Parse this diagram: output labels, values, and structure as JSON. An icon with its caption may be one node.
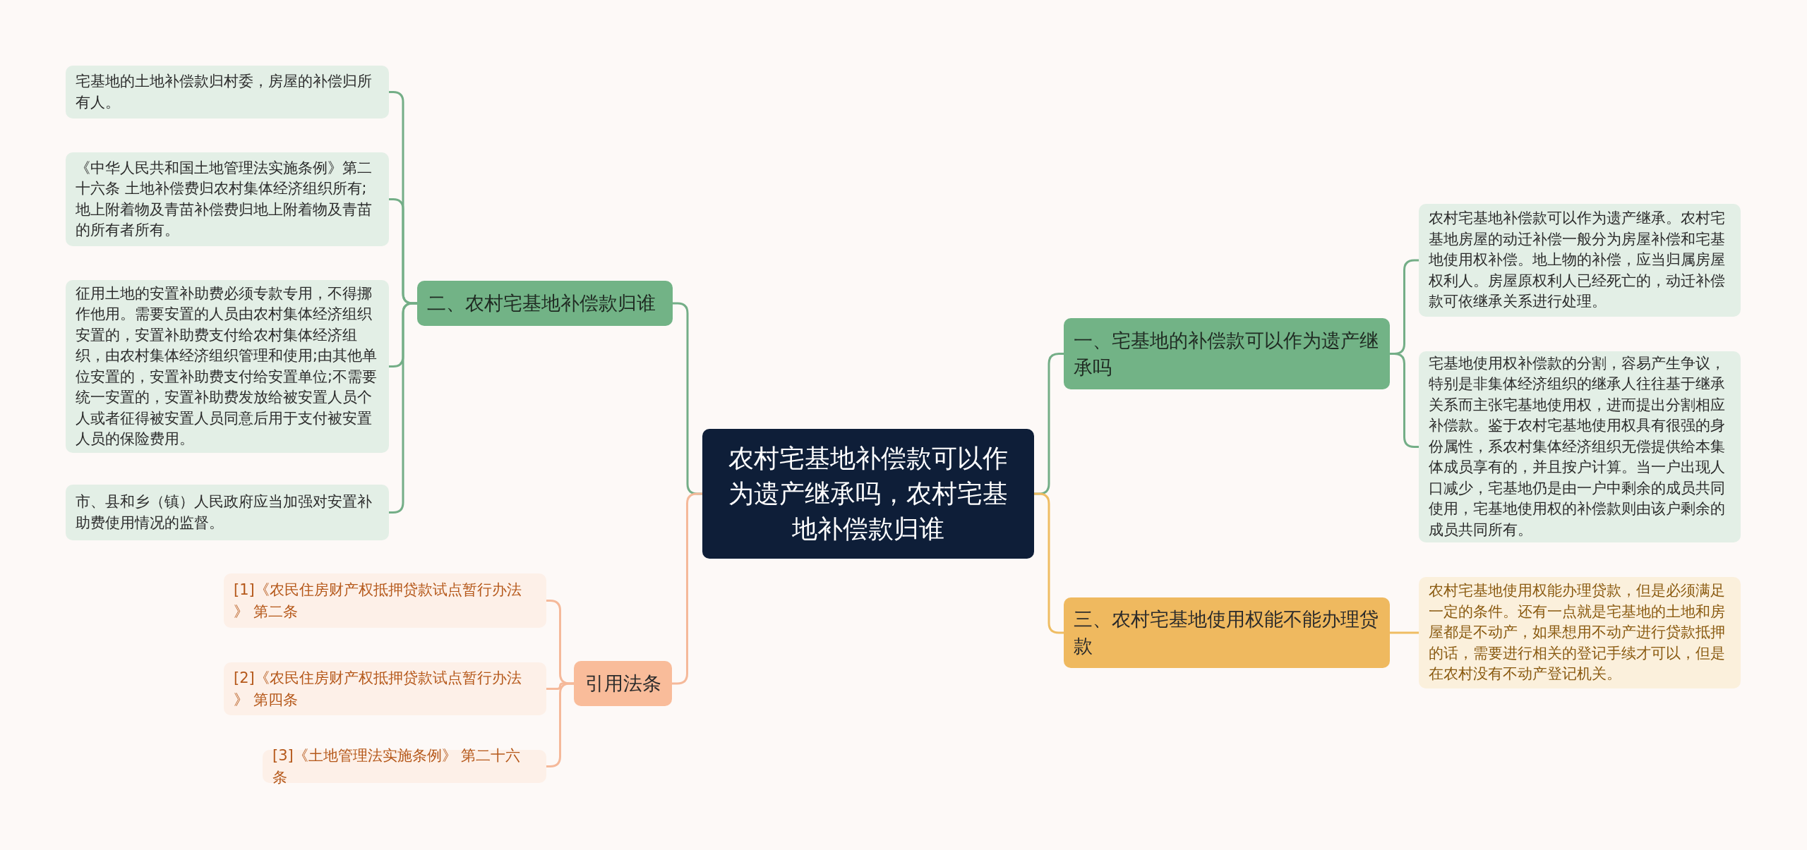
{
  "diagram": {
    "nodes": [
      {
        "text": [
          "农村宅基地补偿款可以作为遗产继承吗，农村宅基地补偿款归谁"
        ]
      },
      {
        "text": [
          "二、农村宅基地补偿款归谁"
        ]
      },
      {
        "text": [
          "宅基地的土地补偿款归村委，房屋的补偿归所有人。"
        ]
      },
      {
        "text": [
          "《中华人民共和国土地管理法实施条例》第二十六条 土地补偿费归农村集体经济组织所有;地上附着物及青苗补偿费归地上附着物及青苗的所有者所有。"
        ]
      },
      {
        "text": [
          "征用土地的安置补助费必须专款专用，不得挪作他用。需要安置的人员由农村集体经济组织安置的，安置补助费支付给农村集体经济组织，由农村集体经济组织管理和使用;由其他单位安置的，安置补助费支付给安置单位;不需要统一安置的，安置补助费发放给被安置人员个人或者征得被安置人员同意后用于支付被安置人员的保险费用。"
        ]
      },
      {
        "text": [
          "市、县和乡（镇）人民政府应当加强对安置补助费使用情况的监督。"
        ]
      },
      {
        "text": [
          "引用法条"
        ]
      },
      {
        "text": [
          "[1]《农民住房财产权抵押贷款试点暂行办法》 第二条"
        ]
      },
      {
        "text": [
          "[2]《农民住房财产权抵押贷款试点暂行办法》 第四条"
        ]
      },
      {
        "text": [
          "[3]《土地管理法实施条例》 第二十六条"
        ]
      },
      {
        "text": [
          "一、宅基地的补偿款可以作为遗产继承吗"
        ]
      },
      {
        "text": [
          "农村宅基地补偿款可以作为遗产继承。农村宅基地房屋的动迁补偿一般分为房屋补偿和宅基地使用权补偿。地上物的补偿，应当归属房屋权利人。房屋原权利人已经死亡的，动迁补偿款可依继承关系进行处理。"
        ]
      },
      {
        "text": [
          "宅基地使用权补偿款的分割，容易产生争议，特别是非集体经济组织的继承人往往基于继承关系而主张宅基地使用权，进而提出分割相应补偿款。鉴于农村宅基地使用权具有很强的身份属性，系农村集体经济组织无偿提供给本集体成员享有的，并且按户计算。当一户出现人口减少，宅基地仍是由一户中剩余的成员共同使用，宅基地使用权的补偿款则由该户剩余的成员共同所有。"
        ]
      },
      {
        "text": [
          "三、农村宅基地使用权能不能办理贷款"
        ]
      },
      {
        "text": [
          "农村宅基地使用权能办理贷款，但是必须满足一定的条件。还有一点就是宅基地的土地和房屋都是不动产，如果想用不动产进行贷款抵押的话，需要进行相关的登记手续才可以，但是在农村没有不动产登记机关。"
        ]
      }
    ],
    "edges": [
      {
        "from": 0,
        "to": 1,
        "arrow": "none"
      },
      {
        "from": 1,
        "to": 2,
        "arrow": "none"
      },
      {
        "from": 1,
        "to": 3,
        "arrow": "none"
      },
      {
        "from": 1,
        "to": 4,
        "arrow": "none"
      },
      {
        "from": 1,
        "to": 5,
        "arrow": "none"
      },
      {
        "from": 0,
        "to": 6,
        "arrow": "none",
        "color": "#f5b99a"
      },
      {
        "from": 6,
        "to": 7,
        "arrow": "none",
        "color": "#f5b99a"
      },
      {
        "from": 6,
        "to": 8,
        "arrow": "none",
        "color": "#f5b99a"
      },
      {
        "from": 6,
        "to": 9,
        "arrow": "none",
        "color": "#f5b99a"
      },
      {
        "from": 0,
        "to": 10,
        "arrow": "none"
      },
      {
        "from": 10,
        "to": 11,
        "arrow": "none"
      },
      {
        "from": 10,
        "to": 12,
        "arrow": "none"
      },
      {
        "from": 0,
        "to": 13,
        "arrow": "none",
        "color": "#efbd63"
      },
      {
        "from": 13,
        "to": 14,
        "arrow": "none",
        "color": "#efbd63"
      }
    ]
  }
}
